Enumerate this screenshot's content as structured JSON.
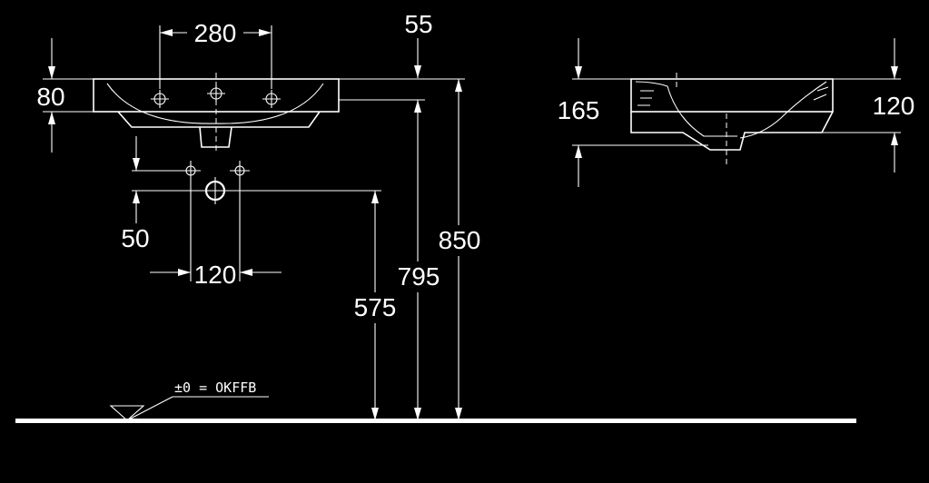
{
  "dimensions": {
    "tap_hole_spacing": "280",
    "top_offset": "55",
    "rim_height": "80",
    "basin_total_height": "850",
    "rim_top_height": "795",
    "valve_height": "575",
    "valve_offset": "50",
    "valve_spacing": "120",
    "side_depth": "165",
    "side_inner_depth": "120"
  },
  "floor_label": "±0 = OKFFB",
  "colors": {
    "background": "#000000",
    "lines": "#ffffff"
  }
}
